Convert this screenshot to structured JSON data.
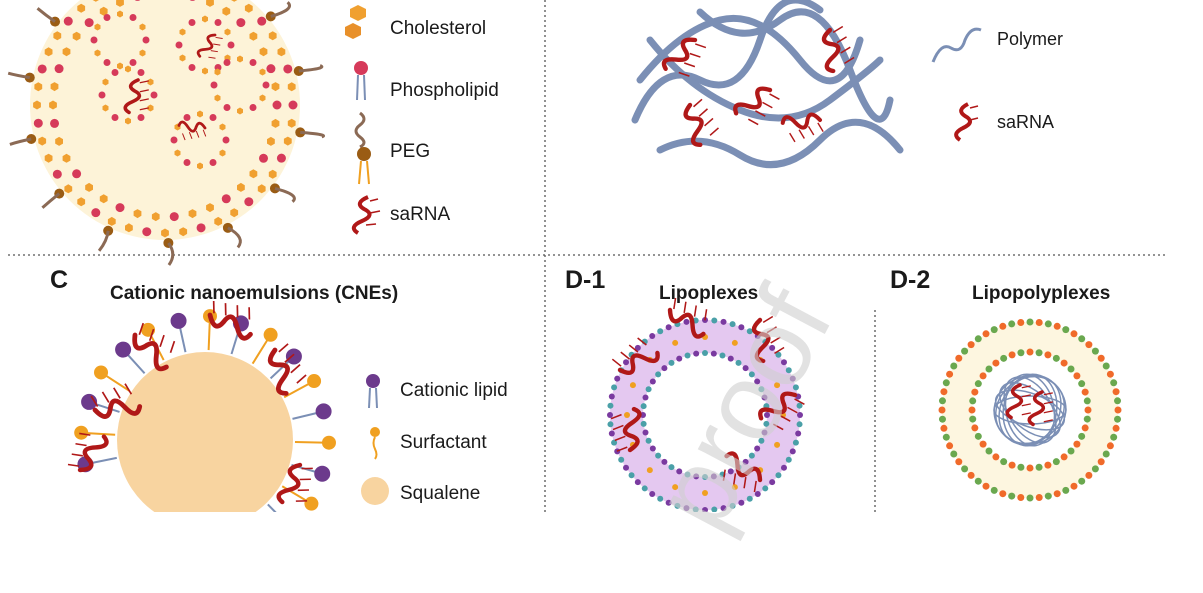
{
  "panel_a": {
    "legend": {
      "cholesterol": "Cholesterol",
      "phospholipid": "Phospholipid",
      "peg": "PEG",
      "sarna": "saRNA"
    }
  },
  "panel_b": {
    "legend": {
      "polymer": "Polymer",
      "sarna": "saRNA"
    }
  },
  "panel_c": {
    "letter": "C",
    "title": "Cationic nanoemulsions (CNEs)",
    "legend": {
      "cationic_lipid": "Cationic lipid",
      "surfactant": "Surfactant",
      "squalene": "Squalene"
    }
  },
  "panel_d1": {
    "letter": "D-1",
    "title": "Lipoplexes"
  },
  "panel_d2": {
    "letter": "D-2",
    "title": "Lipopolyplexes"
  },
  "watermark": "proof",
  "colors": {
    "cholesterol": "#f0a030",
    "phospholipid_head": "#d63a5a",
    "peg": "#8b6a55",
    "peg_head": "#9a5c14",
    "sarna": "#b01818",
    "polymer": "#7b8fb5",
    "cationic_lipid": "#6c3a8c",
    "surfactant": "#f0a020",
    "squalene": "#f8d4a0",
    "lipoplex_inner": "#e4c8f0",
    "lipid_teal": "#4aa0a8",
    "lipid_purple": "#7a3aa0",
    "d2_green": "#6aa84f",
    "d2_orange": "#f06a2a",
    "divider": "#555555"
  }
}
